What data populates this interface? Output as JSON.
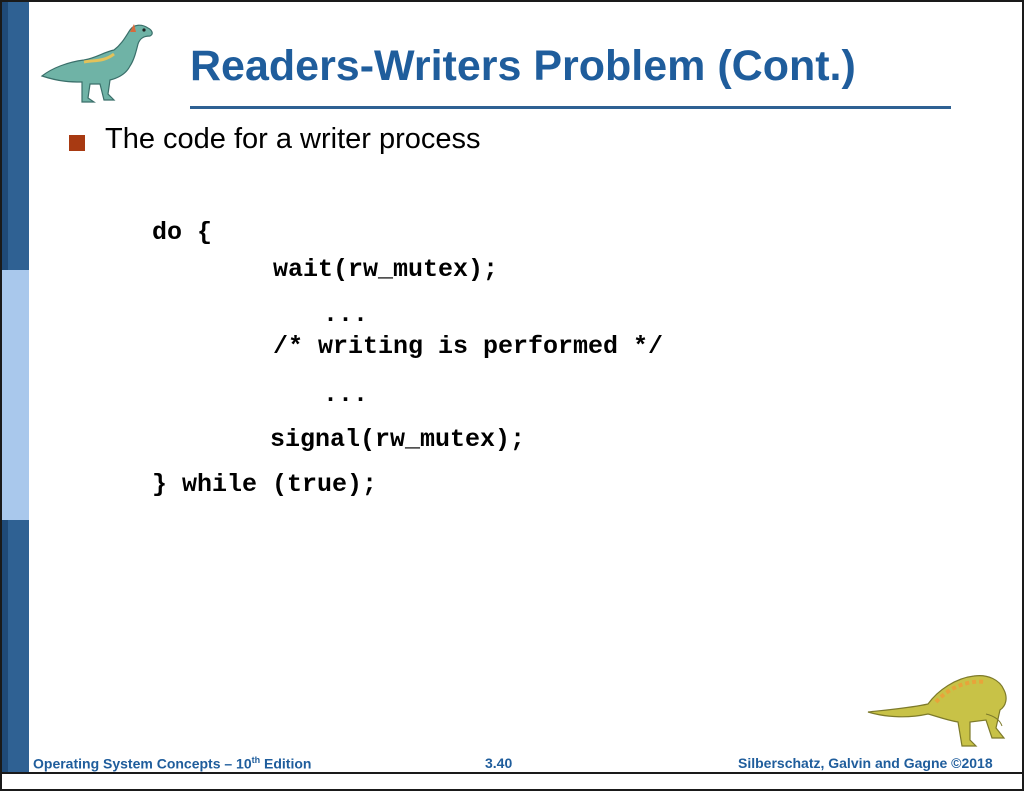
{
  "slide": {
    "title": "Readers-Writers Problem (Cont.)",
    "bullet": "The code for a writer process",
    "code_lines": [
      "do {",
      "wait(rw_mutex);",
      "...",
      "/* writing is performed */",
      "...",
      "signal(rw_mutex);",
      "} while (true);"
    ]
  },
  "footer": {
    "book": "Operating System Concepts – 10",
    "edition_sup": "th",
    "edition_word": " Edition",
    "page": "3.40",
    "authors": "Silberschatz, Galvin and Gagne ©2018"
  },
  "icons": {
    "top_left": "dinosaur-icon",
    "bottom_right": "dinosaur-icon"
  },
  "colors": {
    "title": "#1f5d9c",
    "sidebar": "#2f6193",
    "sidebar_highlight": "#a9c8ec",
    "bullet": "#a83a12"
  }
}
